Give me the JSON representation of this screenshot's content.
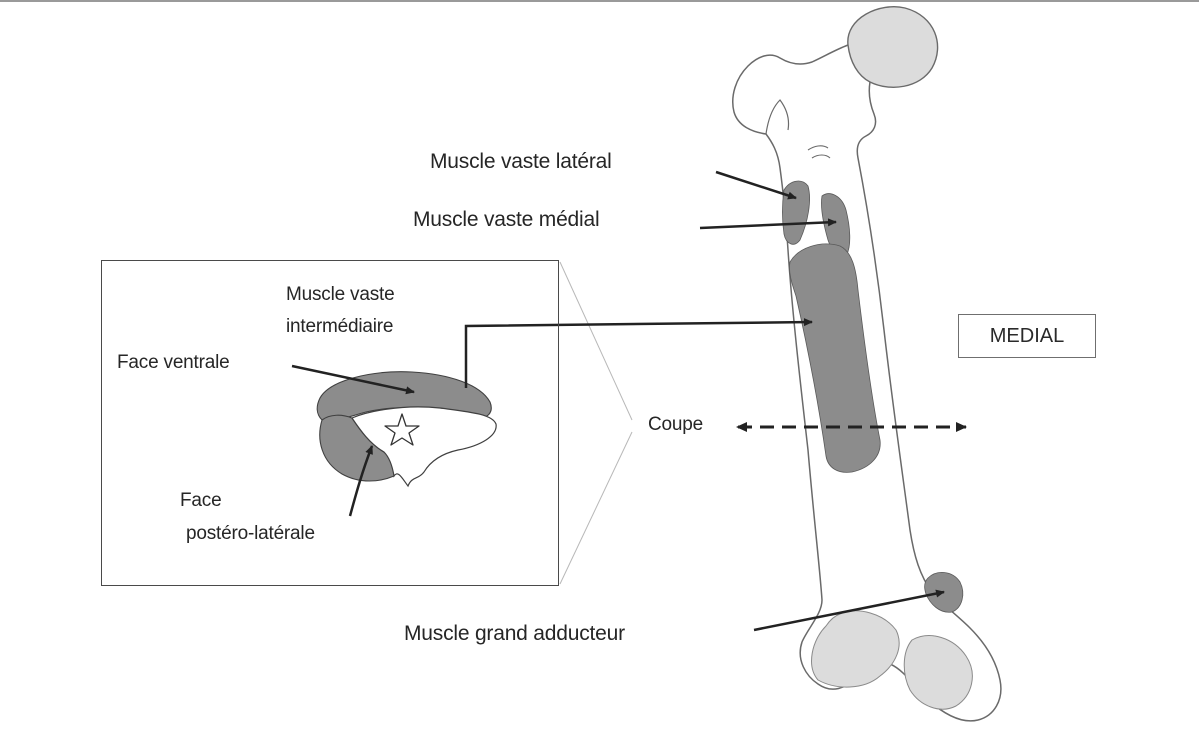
{
  "labels": {
    "vaste_lateral": "Muscle vaste latéral",
    "vaste_medial": "Muscle vaste médial",
    "vaste_intermediaire_line1": "Muscle vaste",
    "vaste_intermediaire_line2": "intermédiaire",
    "face_ventrale": "Face ventrale",
    "face_postero_line1": "Face",
    "face_postero_line2": "postéro-latérale",
    "coupe": "Coupe",
    "medial": "MEDIAL",
    "grand_adducteur": "Muscle grand adducteur"
  },
  "colors": {
    "muscle_fill": "#8c8c8c",
    "articular_fill": "#dcdcdc",
    "bone_outline": "#6a6a6a",
    "arrow": "#222222"
  }
}
